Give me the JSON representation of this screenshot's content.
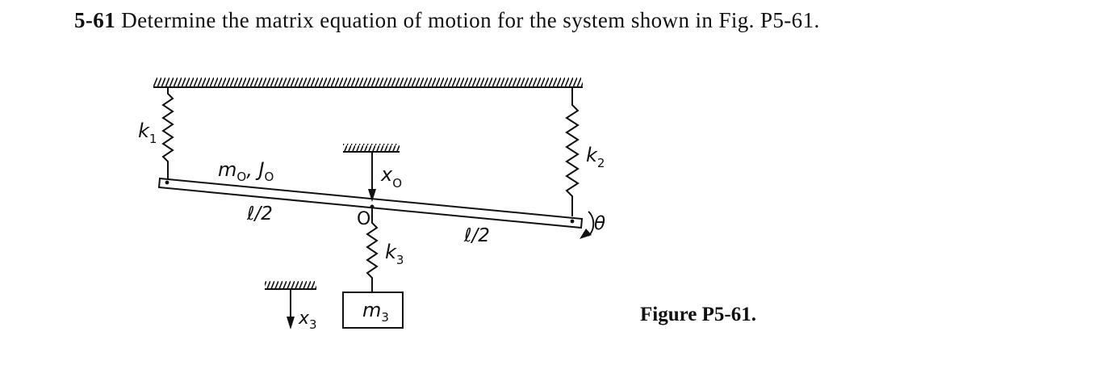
{
  "problem": {
    "number": "5-61",
    "text": "Determine the matrix equation of motion for the system shown in Fig. P5-61."
  },
  "caption": "Figure P5-61.",
  "labels": {
    "k1": "k",
    "k1_sub": "1",
    "k2": "k",
    "k2_sub": "2",
    "k3": "k",
    "k3_sub": "3",
    "m0": "m",
    "m0_sub": "O",
    "j0": "J",
    "j0_sub": "O",
    "x0": "x",
    "x0_sub": "O",
    "pivot": "O",
    "half_left": "ℓ/2",
    "half_right": "ℓ/2",
    "theta": "θ",
    "m3": "m",
    "m3_sub": "3",
    "x3": "x",
    "x3_sub": "3"
  }
}
